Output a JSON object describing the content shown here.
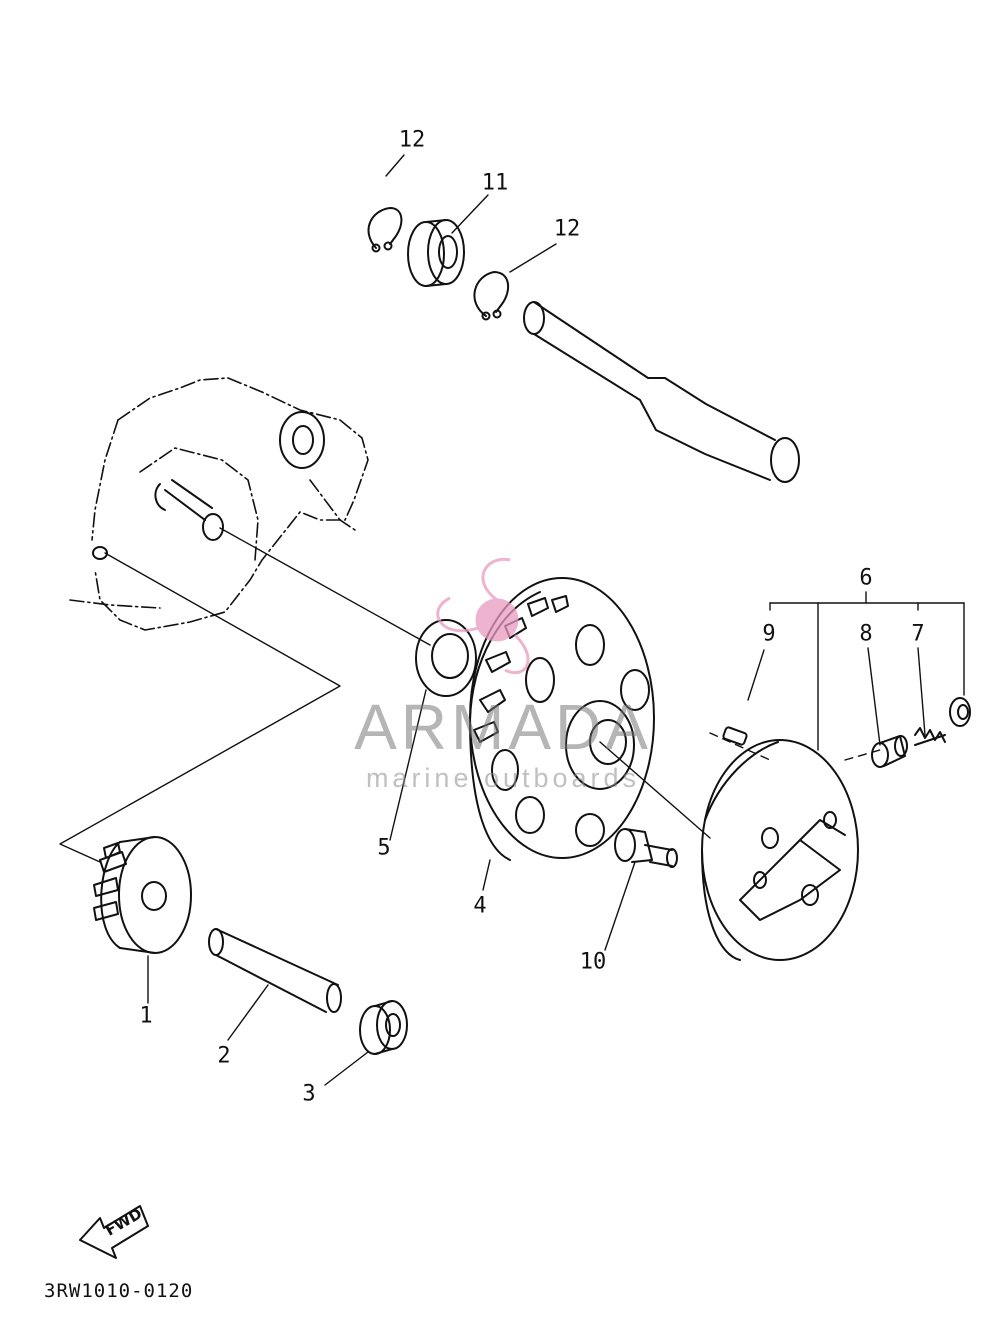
{
  "diagram": {
    "callouts": [
      {
        "id": "c1",
        "label": "1"
      },
      {
        "id": "c2",
        "label": "2"
      },
      {
        "id": "c3",
        "label": "3"
      },
      {
        "id": "c4",
        "label": "4"
      },
      {
        "id": "c5",
        "label": "5"
      },
      {
        "id": "c6",
        "label": "6"
      },
      {
        "id": "c7",
        "label": "7"
      },
      {
        "id": "c8",
        "label": "8"
      },
      {
        "id": "c9",
        "label": "9"
      },
      {
        "id": "c10",
        "label": "10"
      },
      {
        "id": "c11",
        "label": "11"
      },
      {
        "id": "c12a",
        "label": "12"
      },
      {
        "id": "c12b",
        "label": "12"
      }
    ],
    "fwd_label": "FWD",
    "diagram_code": "3RW1010-0120"
  },
  "watermark": {
    "title": "ARMADA",
    "subtitle": "marine outboards",
    "accent_color": "#e89ac0"
  }
}
